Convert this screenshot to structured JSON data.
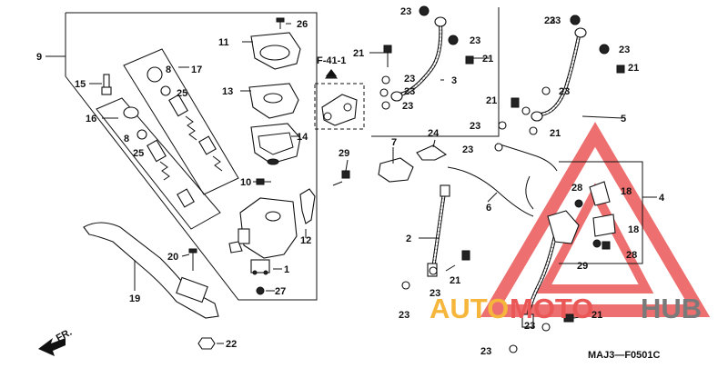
{
  "diagram": {
    "reference": "F-41-1",
    "catalog_code": "MAJ3—F0501C",
    "direction_label": "FR.",
    "callouts": [
      {
        "id": "c1",
        "text": "1"
      },
      {
        "id": "c2",
        "text": "2"
      },
      {
        "id": "c3",
        "text": "3"
      },
      {
        "id": "c4",
        "text": "4"
      },
      {
        "id": "c5",
        "text": "5"
      },
      {
        "id": "c6",
        "text": "6"
      },
      {
        "id": "c7",
        "text": "7"
      },
      {
        "id": "c8a",
        "text": "8"
      },
      {
        "id": "c8b",
        "text": "8"
      },
      {
        "id": "c9",
        "text": "9"
      },
      {
        "id": "c10",
        "text": "10"
      },
      {
        "id": "c11",
        "text": "11"
      },
      {
        "id": "c12",
        "text": "12"
      },
      {
        "id": "c13",
        "text": "13"
      },
      {
        "id": "c14",
        "text": "14"
      },
      {
        "id": "c15",
        "text": "15"
      },
      {
        "id": "c16",
        "text": "16"
      },
      {
        "id": "c17",
        "text": "17"
      },
      {
        "id": "c18a",
        "text": "18"
      },
      {
        "id": "c18b",
        "text": "18"
      },
      {
        "id": "c19",
        "text": "19"
      },
      {
        "id": "c20",
        "text": "20"
      },
      {
        "id": "c21a",
        "text": "21"
      },
      {
        "id": "c21b",
        "text": "21"
      },
      {
        "id": "c21c",
        "text": "21"
      },
      {
        "id": "c21d",
        "text": "21"
      },
      {
        "id": "c21e",
        "text": "21"
      },
      {
        "id": "c21f",
        "text": "21"
      },
      {
        "id": "c21g",
        "text": "21"
      },
      {
        "id": "c22",
        "text": "22"
      },
      {
        "id": "c23a",
        "text": "23"
      },
      {
        "id": "c23b",
        "text": "23"
      },
      {
        "id": "c23c",
        "text": "23"
      },
      {
        "id": "c23d",
        "text": "23"
      },
      {
        "id": "c23e",
        "text": "23"
      },
      {
        "id": "c23f",
        "text": "23"
      },
      {
        "id": "c23g",
        "text": "23"
      },
      {
        "id": "c23h",
        "text": "23"
      },
      {
        "id": "c23i",
        "text": "23"
      },
      {
        "id": "c23j",
        "text": "23"
      },
      {
        "id": "c23k",
        "text": "23"
      },
      {
        "id": "c23l",
        "text": "23"
      },
      {
        "id": "c23m",
        "text": "23"
      },
      {
        "id": "c23n",
        "text": "23"
      },
      {
        "id": "c23o",
        "text": "23"
      },
      {
        "id": "c24",
        "text": "24"
      },
      {
        "id": "c25a",
        "text": "25"
      },
      {
        "id": "c25b",
        "text": "25"
      },
      {
        "id": "c26",
        "text": "26"
      },
      {
        "id": "c27",
        "text": "27"
      },
      {
        "id": "c28a",
        "text": "28"
      },
      {
        "id": "c28b",
        "text": "28"
      },
      {
        "id": "c29a",
        "text": "29"
      },
      {
        "id": "c29b",
        "text": "29"
      }
    ]
  },
  "watermark": {
    "part1": "AUTO",
    "part2": "MOTO",
    "part3": "HUB",
    "colors": {
      "auto": "#f6b63c",
      "moto": "#ea5757",
      "hub": "#7a7a7a",
      "triangle": "#ea5757"
    }
  }
}
